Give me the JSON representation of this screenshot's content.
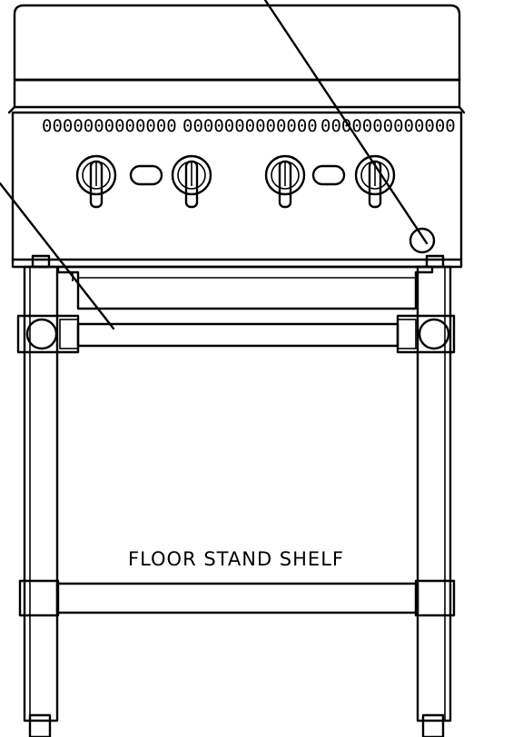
{
  "labels": {
    "shelf": "FLOOR STAND SHELF"
  },
  "vents": {
    "left": "0000000000000",
    "middle": "0000000000000",
    "right": "0000000000000"
  },
  "knobs": {
    "count": 4
  },
  "colors": {
    "line": "#000000",
    "background": "#ffffff"
  }
}
